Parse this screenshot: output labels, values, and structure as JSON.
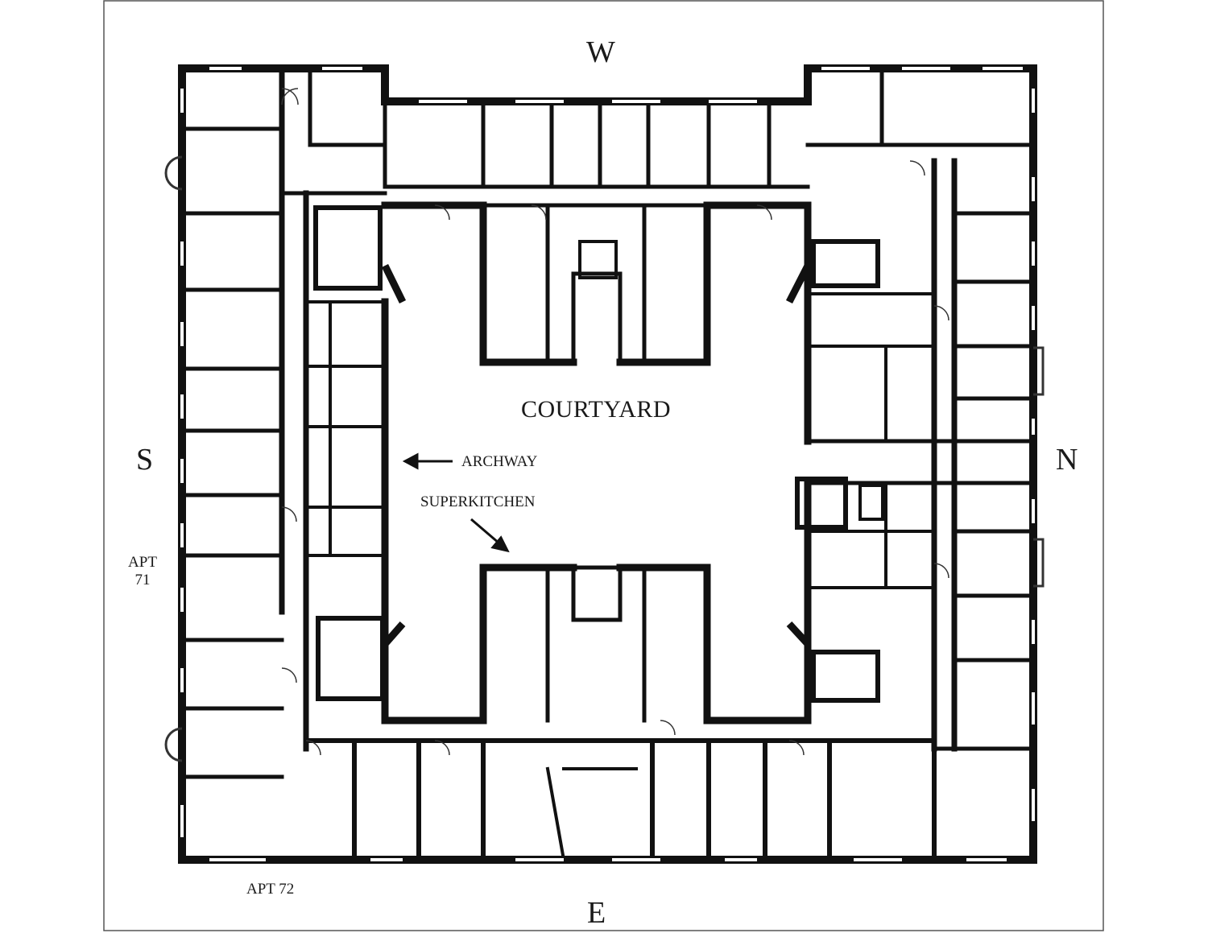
{
  "compass": {
    "north": "N",
    "south": "S",
    "east": "E",
    "west": "W"
  },
  "labels": {
    "courtyard": "COURTYARD",
    "archway": "ARCHWAY",
    "superkitchen": "SUPERKITCHEN",
    "apt71_line1": "APT",
    "apt71_line2": "71",
    "apt72": "APT 72"
  },
  "colors": {
    "wall": "#111111",
    "line": "#333333",
    "frame": "#555555",
    "tag": "#9a9a9a"
  }
}
